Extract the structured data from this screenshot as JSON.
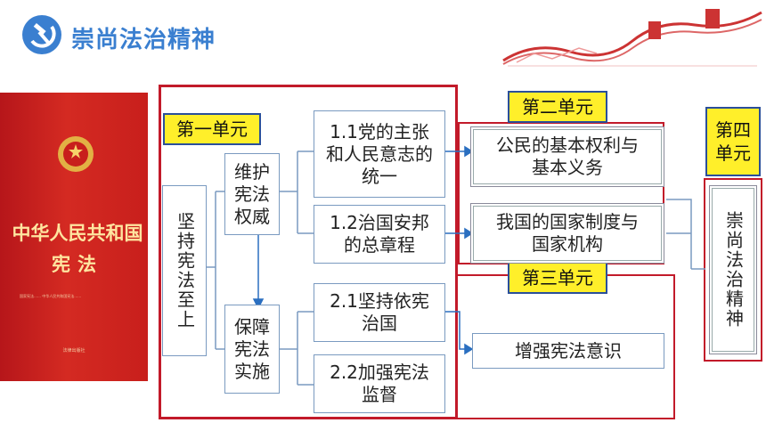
{
  "header": {
    "title": "崇尚法治精神"
  },
  "book": {
    "title": "中华人民共和国",
    "subtitle": "宪法",
    "body_text": "国家宪法…… 中华人民共和国宪法……",
    "publisher": "法律出版社"
  },
  "diagram": {
    "unit1": "第一单元",
    "unit2": "第二单元",
    "unit3": "第三单元",
    "unit4": "第四单元",
    "root": "坚持宪法至上",
    "branch_a": "维护宪法权威",
    "branch_b": "保障宪法实施",
    "leaf_1_1": "1.1党的主张和人民意志的统一",
    "leaf_1_2": "1.2治国安邦的总章程",
    "leaf_2_1": "2.1坚持依宪治国",
    "leaf_2_2": "2.2加强宪法监督",
    "right_1": "公民的基本权利与基本义务",
    "right_2": "我国的国家制度与国家机构",
    "right_3": "增强宪法意识",
    "unit4_content": "崇尚法治精神"
  },
  "colors": {
    "accent_blue": "#3a7fd0",
    "frame_red": "#c21a2a",
    "tag_yellow": "#ffef2a",
    "book_red": "#c81f1c"
  }
}
